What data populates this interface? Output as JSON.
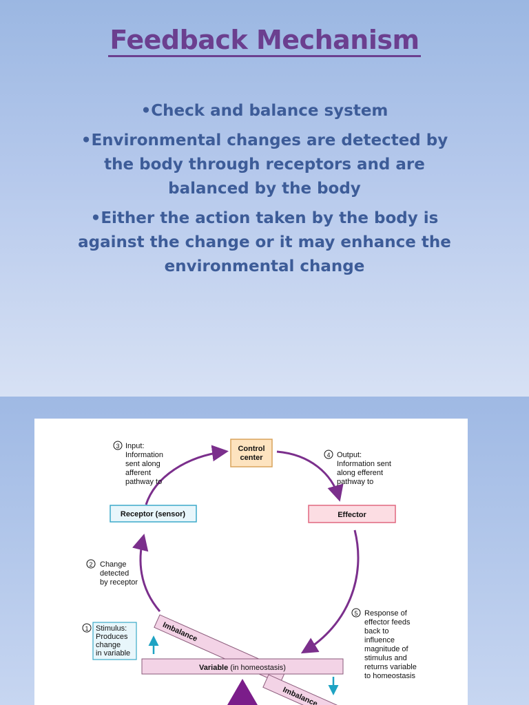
{
  "slide": {
    "title": "Feedback Mechanism",
    "bullets": [
      "•Check and balance system",
      "•Environmental changes are detected by the body through receptors and are balanced by the body",
      "•Either the action taken by the body is against the change or it may enhance the environmental change"
    ]
  },
  "diagram": {
    "control_center": [
      "Control",
      "center"
    ],
    "receptor": "Receptor (sensor)",
    "effector": "Effector",
    "step1": {
      "num": "1",
      "lines": [
        "Stimulus:",
        "Produces",
        "change",
        "in variable"
      ]
    },
    "step2": {
      "num": "2",
      "lines": [
        "Change",
        "detected",
        "by receptor"
      ]
    },
    "step3": {
      "num": "3",
      "lines": [
        "Input:",
        "Information",
        "sent along",
        "afferent",
        "pathway to"
      ]
    },
    "step4": {
      "num": "4",
      "lines": [
        "Output:",
        "Information sent",
        "along efferent",
        "pathway to"
      ]
    },
    "step5": {
      "num": "5",
      "lines": [
        "Response of",
        "effector feeds",
        "back to",
        "influence",
        "magnitude of",
        "stimulus and",
        "returns variable",
        "to homeostasis"
      ]
    },
    "imbalance": "Imbalance",
    "variable_bold": "Variable",
    "variable_rest": " (in homeostasis)",
    "colors": {
      "arrow": "#7b2f8c",
      "control_fill": "#fde3bf",
      "receptor_fill": "#e8f6fb",
      "receptor_stroke": "#3aa9c9",
      "effector_fill": "#fcdde3",
      "effector_stroke": "#e0667f",
      "beam": "#f3d3e6",
      "fulcrum": "#7b1d8a",
      "stimulus_arrow": "#1ea3c3"
    }
  }
}
